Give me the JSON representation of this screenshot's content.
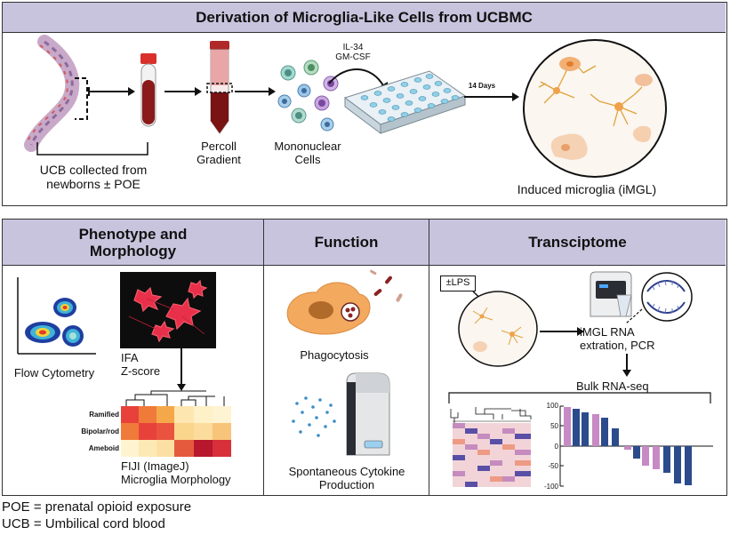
{
  "top": {
    "title": "Derivation of Microglia-Like Cells from UCBMC",
    "ucb_label_1": "UCB collected from",
    "ucb_label_2": "newborns ± POE",
    "percoll_1": "Percoll",
    "percoll_2": "Gradient",
    "mono_1": "Mononuclear",
    "mono_2": "Cells",
    "il34": "IL-34",
    "gmcsf": "GM-CSF",
    "days": "14 Days",
    "imgl": "Induced microglia (iMGL)"
  },
  "phenotype": {
    "title_1": "Phenotype and",
    "title_2": "Morphology",
    "flow": "Flow Cytometry",
    "ifa_1": "IFA",
    "ifa_2": "Z-score",
    "rows": [
      "Ramified",
      "Bipolar/rod",
      "Ameboid"
    ],
    "fiji_1": "FIJI (ImageJ)",
    "fiji_2": "Microglia Morphology"
  },
  "function": {
    "title": "Function",
    "phago": "Phagocytosis",
    "cyto_1": "Spontaneous Cytokine",
    "cyto_2": "Production"
  },
  "transcriptome": {
    "title": "Transciptome",
    "lps": "±LPS",
    "rna_1": "iMGL RNA",
    "rna_2": "extration, PCR",
    "bulk": "Bulk RNA-seq",
    "y_ticks": [
      "100",
      "50",
      "0",
      "-50",
      "-100"
    ]
  },
  "footnotes": {
    "poe": "POE = prenatal opioid exposure",
    "ucb": "UCB = Umbilical cord blood"
  },
  "colors": {
    "header_bg": "#c9c4de",
    "blood": "#8b1a1a",
    "bar_blue": "#2b4b8c",
    "bar_pink": "#c78ac4"
  }
}
